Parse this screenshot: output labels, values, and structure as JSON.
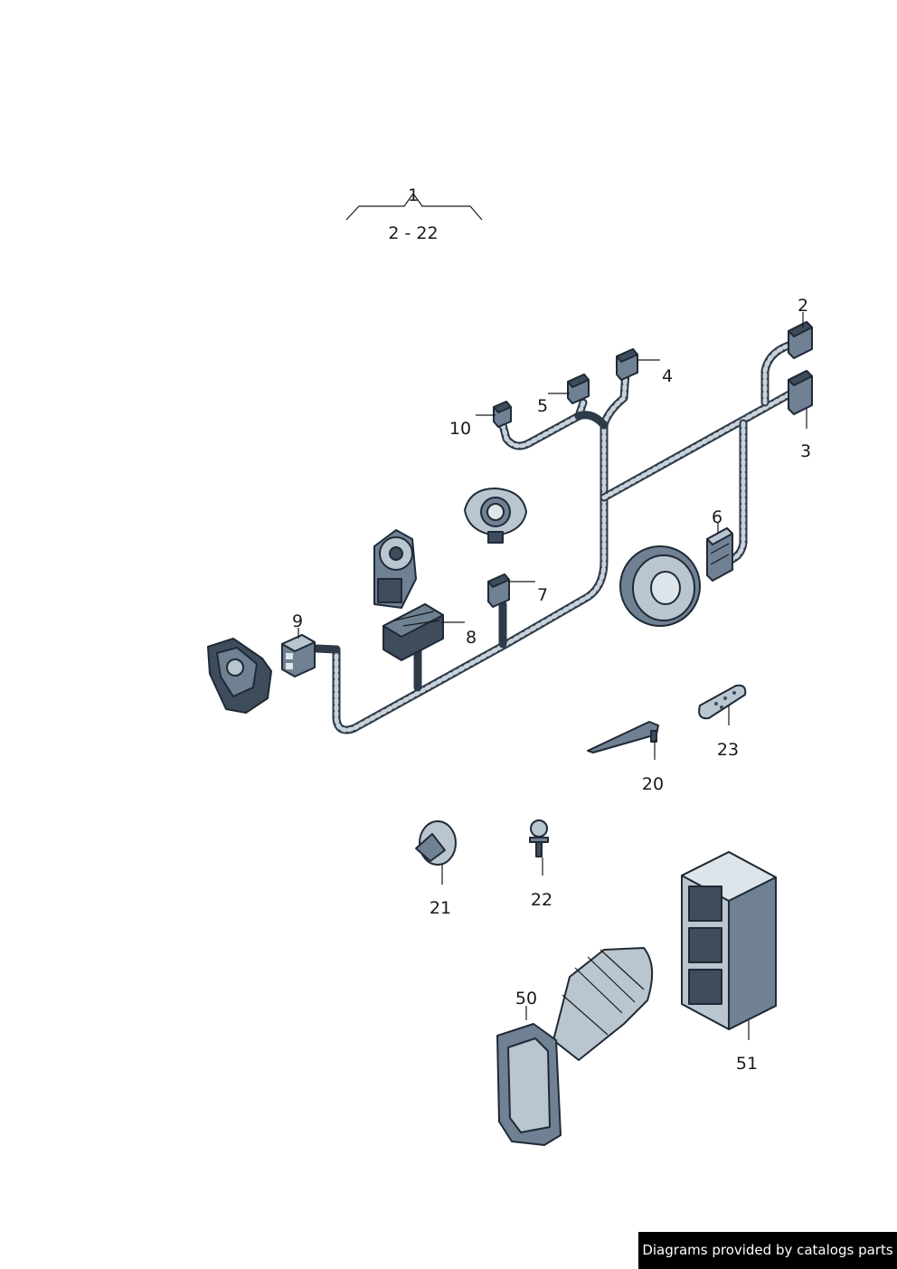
{
  "group": {
    "number": "1",
    "range": "2 - 22"
  },
  "labels": [
    "2",
    "3",
    "4",
    "5",
    "6",
    "7",
    "8",
    "9",
    "10",
    "20",
    "21",
    "22",
    "23",
    "50",
    "51"
  ],
  "footer": "Diagrams provided by catalogs parts",
  "colors": {
    "part_fill": "#6f8193",
    "part_outline": "#1f2a36",
    "footer_bg": "#000000"
  }
}
